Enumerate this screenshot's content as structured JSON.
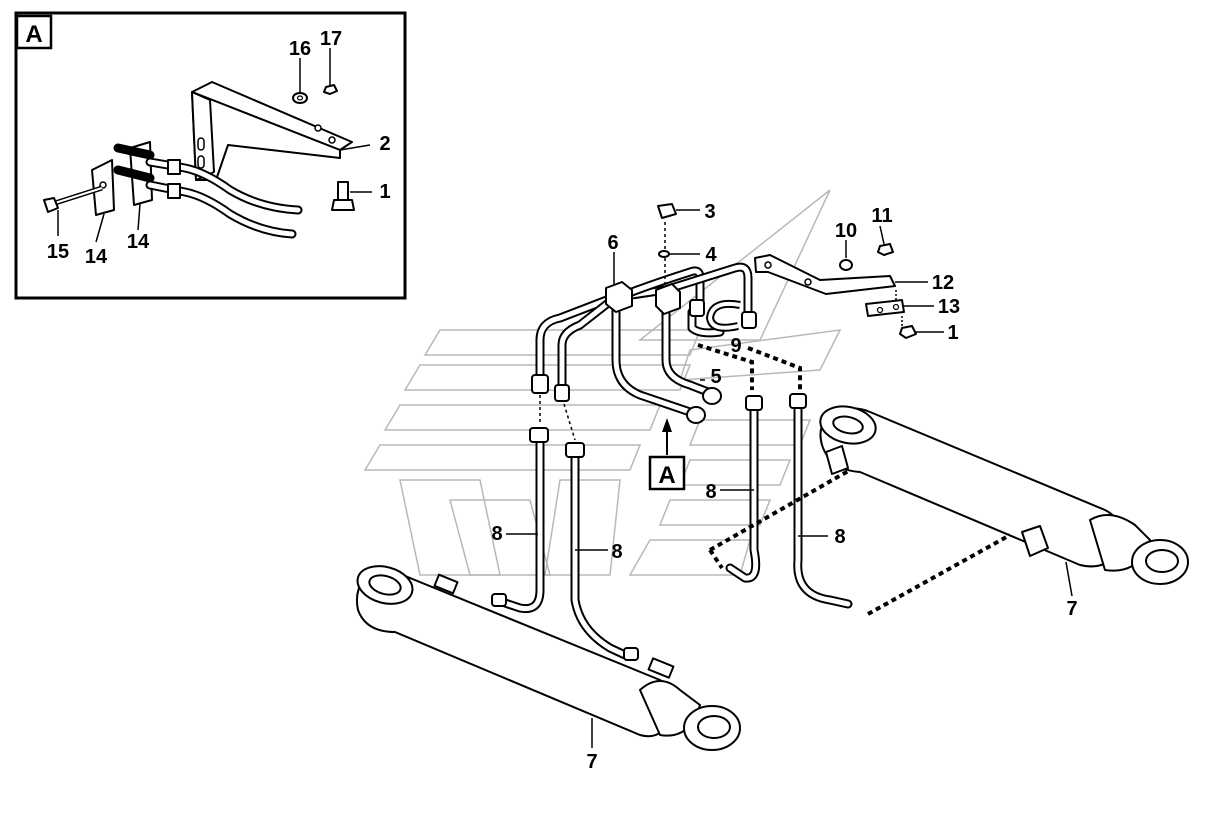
{
  "detail": {
    "label": "A"
  },
  "section_marker": {
    "label": "A"
  },
  "callouts": [
    {
      "id": "c16",
      "text": "16"
    },
    {
      "id": "c17",
      "text": "17"
    },
    {
      "id": "c2",
      "text": "2"
    },
    {
      "id": "c1a",
      "text": "1"
    },
    {
      "id": "c15",
      "text": "15"
    },
    {
      "id": "c14a",
      "text": "14"
    },
    {
      "id": "c14b",
      "text": "14"
    },
    {
      "id": "c3",
      "text": "3"
    },
    {
      "id": "c6",
      "text": "6"
    },
    {
      "id": "c4",
      "text": "4"
    },
    {
      "id": "c10",
      "text": "10"
    },
    {
      "id": "c11",
      "text": "11"
    },
    {
      "id": "c12",
      "text": "12"
    },
    {
      "id": "c13",
      "text": "13"
    },
    {
      "id": "c1b",
      "text": "1"
    },
    {
      "id": "c9",
      "text": "9"
    },
    {
      "id": "c5",
      "text": "5"
    },
    {
      "id": "c8a",
      "text": "8"
    },
    {
      "id": "c8b",
      "text": "8"
    },
    {
      "id": "c8c",
      "text": "8"
    },
    {
      "id": "c8d",
      "text": "8"
    },
    {
      "id": "c7a",
      "text": "7"
    },
    {
      "id": "c7b",
      "text": "7"
    }
  ]
}
